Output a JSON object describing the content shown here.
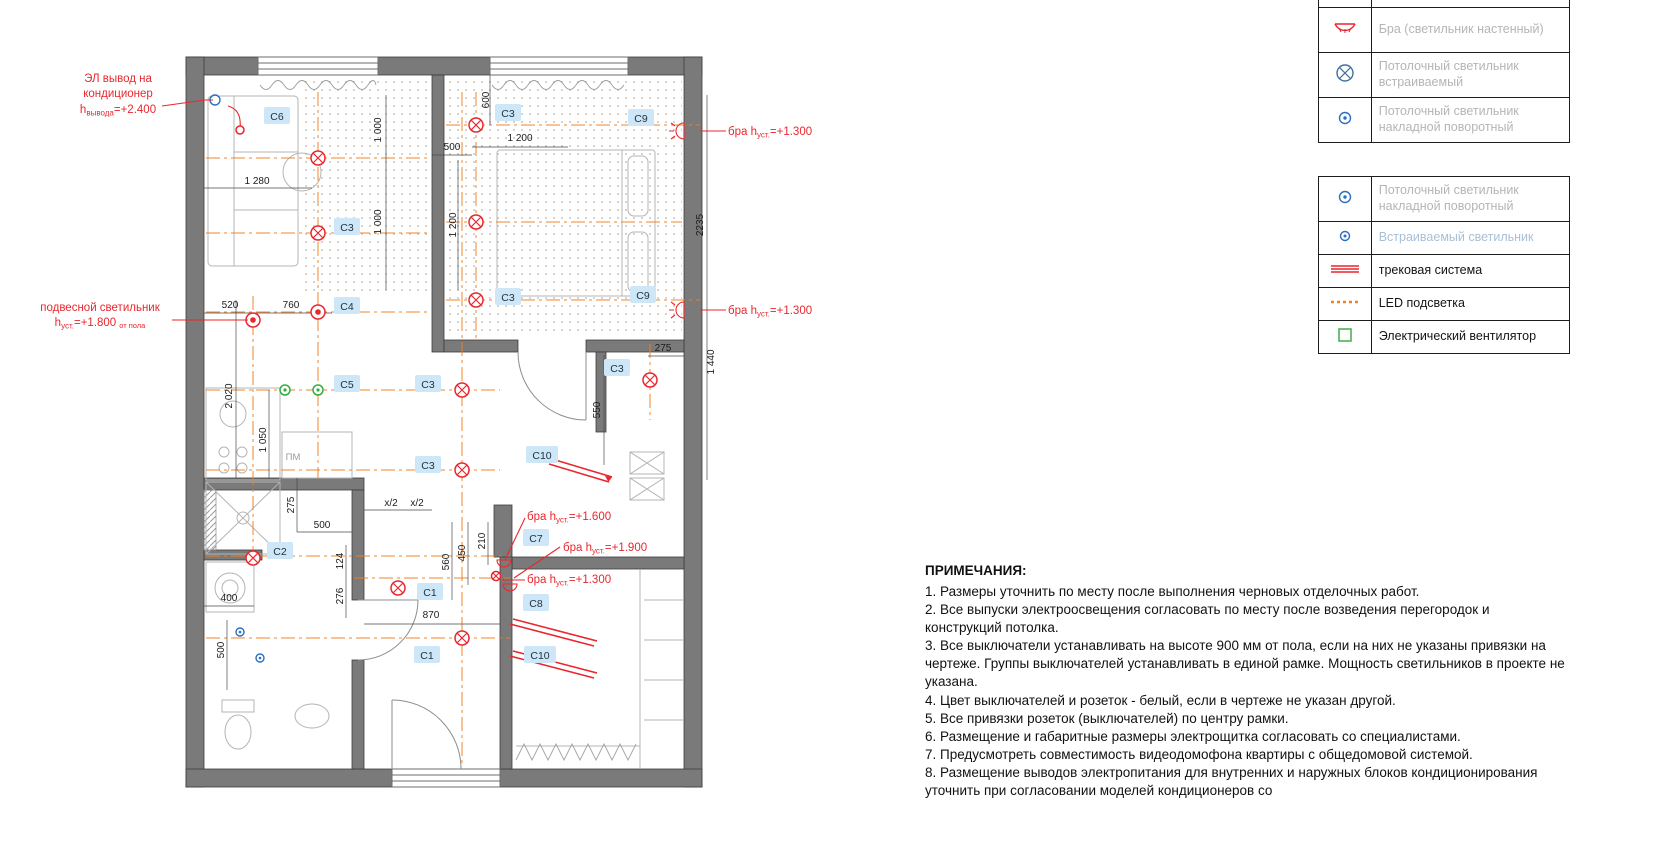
{
  "legend_top": {
    "rows": [
      {
        "label": "Бра (светильник настенный)"
      },
      {
        "label": "Потолочный светильник встраиваемый"
      },
      {
        "label": "Потолочный светильник накладной поворотный"
      }
    ]
  },
  "legend_bottom": {
    "rows": [
      {
        "label": "Потолочный светильник накладной поворотный"
      },
      {
        "label": "Встраиваемый светильник"
      },
      {
        "label": "трековая система"
      },
      {
        "label": "LED подсветка"
      },
      {
        "label": "Электрический вентилятор"
      }
    ]
  },
  "notes": {
    "title": "ПРИМЕЧАНИЯ:",
    "items": [
      "1. Размеры уточнить по месту после выполнения черновых отделочных работ.",
      "2. Все выпуски электроосвещения согласовать по месту после возведения перегородок и конструкций потолка.",
      "3. Все выключатели устанавливать на высоте 900 мм от пола, если на них не указаны привязки на чертеже. Группы выключателей устанавливать в единой рамке. Мощность светильников в проекте не указана.",
      "4. Цвет выключателей и розеток - белый, если в чертеже не указан другой.",
      "5. Все привязки розеток (выключателей) по центру рамки.",
      "6. Размещение и габаритные размеры электрощитка согласовать со специалистами.",
      "7. Предусмотреть совместимость видеодомофона квартиры с общедомовой системой.",
      "8. Размещение выводов электропитания для внутренних и наружных блоков кондиционирования уточнить при согласовании моделей кондиционеров со"
    ]
  },
  "plan": {
    "labels": [
      "C6",
      "C3",
      "C9",
      "C3",
      "C3",
      "C4",
      "C9",
      "C5",
      "C3",
      "C3",
      "C3",
      "C10",
      "C2",
      "C7",
      "C1",
      "C8",
      "C1",
      "C10"
    ],
    "dims": [
      "1 280",
      "1 000",
      "1 000",
      "500",
      "1 200",
      "600",
      "1 200",
      "2235",
      "520",
      "760",
      "275",
      "1 440",
      "550",
      "2 020",
      "1 050",
      "275",
      "500",
      "400",
      "124",
      "276",
      "870",
      "560",
      "450",
      "210",
      "500",
      "x/2",
      "x/2"
    ],
    "texts": {
      "pm": "ПМ"
    },
    "ann": {
      "ac": {
        "l1": "ЭЛ вывод на",
        "l2": "кондиционер",
        "h": "h",
        "sub": "вывода",
        "val": "=+2.400"
      },
      "pendant": {
        "l1": "подвесной светильник",
        "h": "h",
        "sub": "уст.",
        "val": "=+1.800",
        "suffix": "от пола"
      },
      "bra_right_top": {
        "pre": "бра h",
        "sub": "уст.",
        "val": "=+1.300"
      },
      "bra_right_mid": {
        "pre": "бра h",
        "sub": "уст.",
        "val": "=+1.300"
      },
      "bra_1600": {
        "pre": "бра h",
        "sub": "уст.",
        "val": "=+1.600"
      },
      "bra_1900": {
        "pre": "бра h",
        "sub": "уст.",
        "val": "=+1.900"
      },
      "bra_1300": {
        "pre": "бра h",
        "sub": "уст.",
        "val": "=+1.300"
      }
    }
  }
}
